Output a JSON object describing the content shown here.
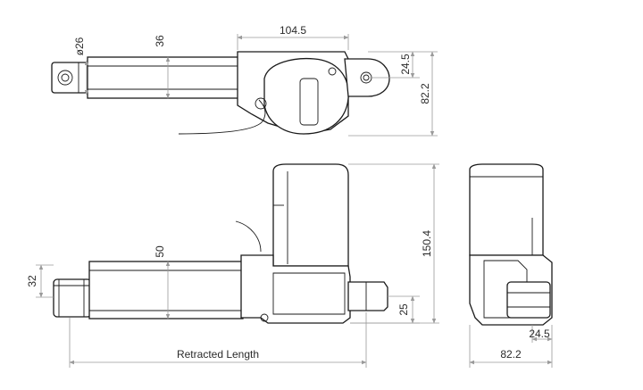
{
  "dimensions": {
    "top_width": "104.5",
    "top_eye_offset": "24.5",
    "top_total_height": "82.2",
    "rod_diameter": "ø26",
    "tube_height_top": "36",
    "front_tube_height": "50",
    "front_total_height": "150.4",
    "front_rod_height": "32",
    "front_rear_eye_height": "25",
    "retracted_length": "Retracted Length",
    "side_offset": "24.5",
    "side_width": "82.2"
  }
}
